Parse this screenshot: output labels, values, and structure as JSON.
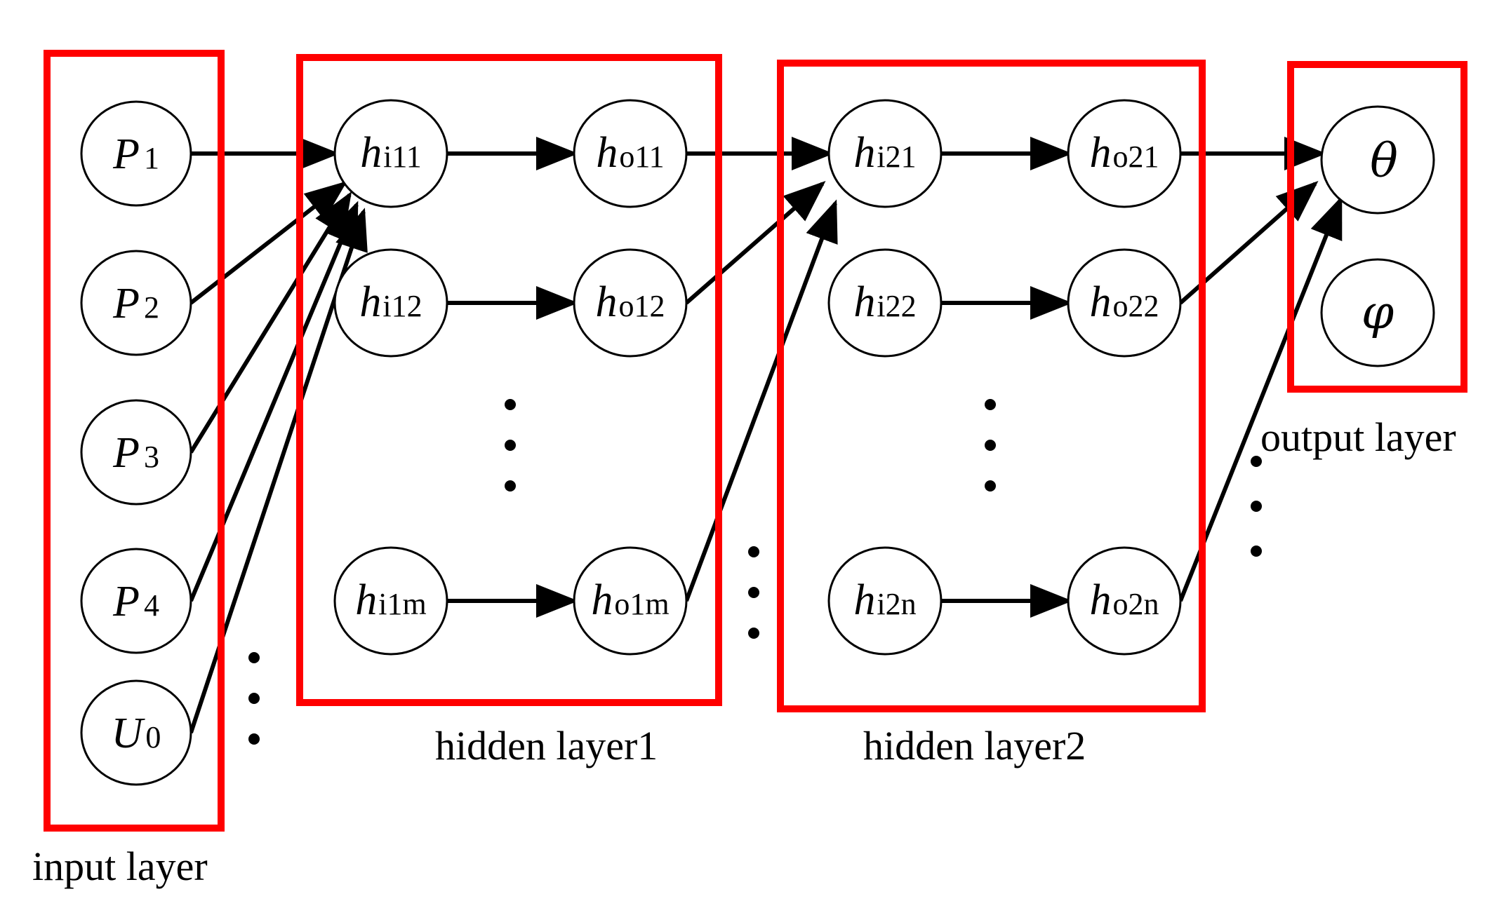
{
  "colors": {
    "box": "#ff0000",
    "stroke": "#000000"
  },
  "layers": {
    "input_label": "input layer",
    "hidden1_label": "hidden layer1",
    "hidden2_label": "hidden layer2",
    "output_label": "output layer"
  },
  "nodes": {
    "p1": {
      "main": "P",
      "sub": "1"
    },
    "p2": {
      "main": "P",
      "sub": "2"
    },
    "p3": {
      "main": "P",
      "sub": "3"
    },
    "p4": {
      "main": "P",
      "sub": "4"
    },
    "u0": {
      "main": "U",
      "sub": "0"
    },
    "hi11": {
      "main": "h",
      "sub": "i11"
    },
    "hi12": {
      "main": "h",
      "sub": "i12"
    },
    "hi1m": {
      "main": "h",
      "sub": "i1m"
    },
    "ho11": {
      "main": "h",
      "sub": "o11"
    },
    "ho12": {
      "main": "h",
      "sub": "o12"
    },
    "ho1m": {
      "main": "h",
      "sub": "o1m"
    },
    "hi21": {
      "main": "h",
      "sub": "i21"
    },
    "hi22": {
      "main": "h",
      "sub": "i22"
    },
    "hi2n": {
      "main": "h",
      "sub": "i2n"
    },
    "ho21": {
      "main": "h",
      "sub": "o21"
    },
    "ho22": {
      "main": "h",
      "sub": "o22"
    },
    "ho2n": {
      "main": "h",
      "sub": "o2n"
    },
    "theta": {
      "main": "θ"
    },
    "phi": {
      "main": "φ"
    }
  }
}
